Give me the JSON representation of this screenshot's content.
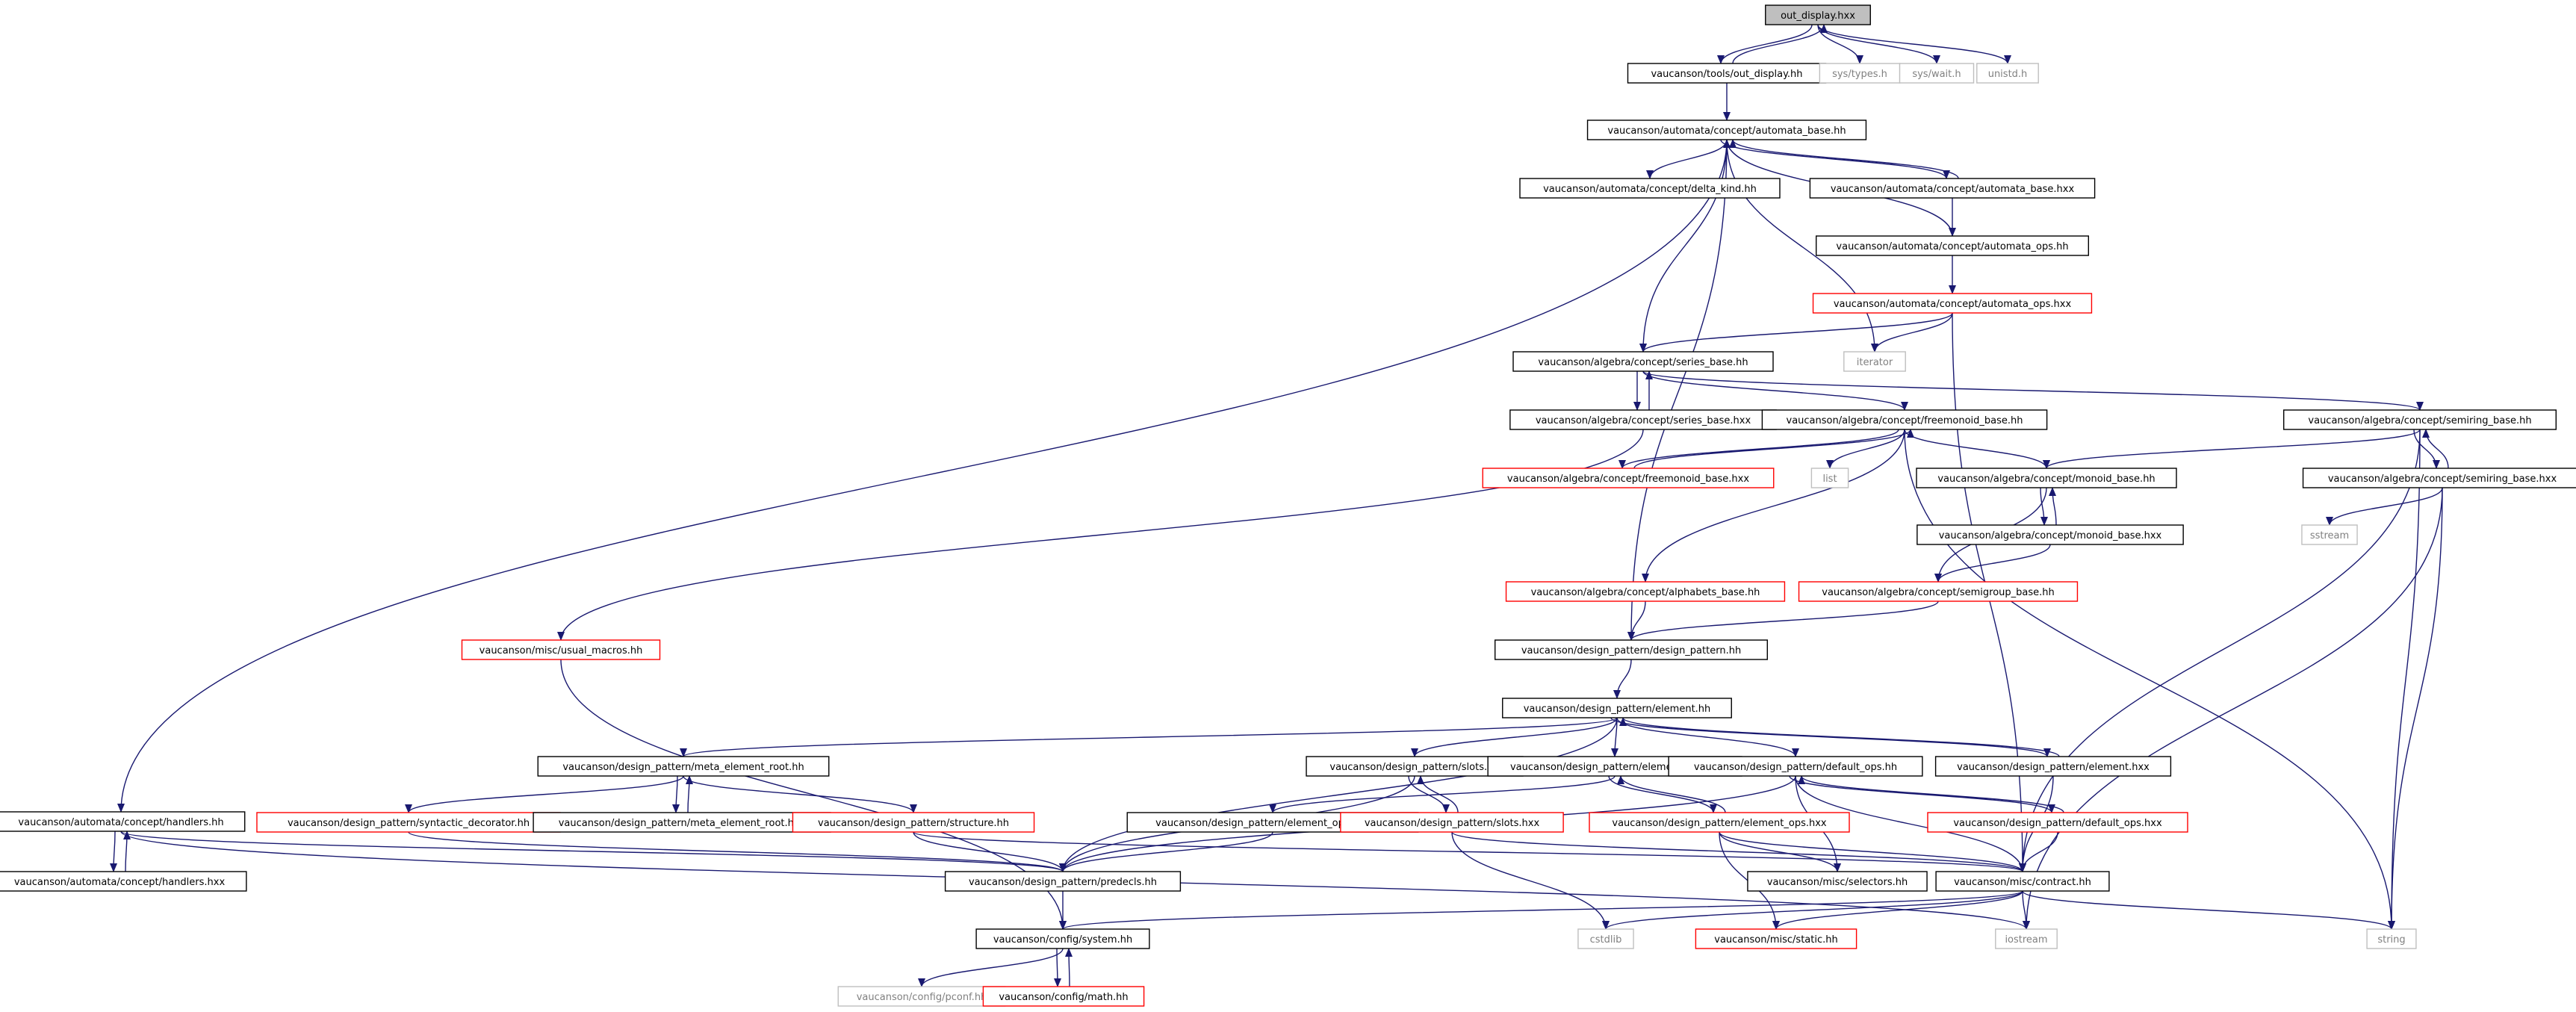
{
  "colors": {
    "edge": "#191970",
    "node_border_normal": "#000000",
    "node_border_red": "#ff0000",
    "node_border_gray": "#bfbfbf",
    "root_fill": "#bfbfbf",
    "text_normal": "#000000",
    "text_gray": "#808080"
  },
  "nodes": [
    {
      "id": "n0",
      "label": "out_display.hxx",
      "style": "root"
    },
    {
      "id": "n1",
      "label": "vaucanson/tools/out_display.hh",
      "style": "normal"
    },
    {
      "id": "n2",
      "label": "sys/types.h",
      "style": "gray"
    },
    {
      "id": "n3",
      "label": "sys/wait.h",
      "style": "gray"
    },
    {
      "id": "n4",
      "label": "unistd.h",
      "style": "gray"
    },
    {
      "id": "n5",
      "label": "vaucanson/automata/concept/automata_base.hh",
      "style": "normal"
    },
    {
      "id": "n6",
      "label": "vaucanson/automata/concept/delta_kind.hh",
      "style": "normal"
    },
    {
      "id": "n7",
      "label": "vaucanson/automata/concept/automata_base.hxx",
      "style": "normal"
    },
    {
      "id": "n8",
      "label": "vaucanson/automata/concept/automata_ops.hh",
      "style": "normal"
    },
    {
      "id": "n9",
      "label": "vaucanson/automata/concept/automata_ops.hxx",
      "style": "red"
    },
    {
      "id": "n10",
      "label": "vaucanson/algebra/concept/series_base.hh",
      "style": "normal"
    },
    {
      "id": "n11",
      "label": "iterator",
      "style": "gray"
    },
    {
      "id": "n12",
      "label": "vaucanson/algebra/concept/series_base.hxx",
      "style": "normal"
    },
    {
      "id": "n13",
      "label": "vaucanson/algebra/concept/freemonoid_base.hh",
      "style": "normal"
    },
    {
      "id": "n14",
      "label": "vaucanson/algebra/concept/semiring_base.hh",
      "style": "normal"
    },
    {
      "id": "n15",
      "label": "vaucanson/algebra/concept/freemonoid_base.hxx",
      "style": "red"
    },
    {
      "id": "n16",
      "label": "list",
      "style": "gray"
    },
    {
      "id": "n17",
      "label": "vaucanson/algebra/concept/monoid_base.hh",
      "style": "normal"
    },
    {
      "id": "n18",
      "label": "vaucanson/algebra/concept/semiring_base.hxx",
      "style": "normal"
    },
    {
      "id": "n19",
      "label": "vaucanson/algebra/concept/monoid_base.hxx",
      "style": "normal"
    },
    {
      "id": "n20",
      "label": "sstream",
      "style": "gray"
    },
    {
      "id": "n21",
      "label": "vaucanson/algebra/concept/alphabets_base.hh",
      "style": "red"
    },
    {
      "id": "n22",
      "label": "vaucanson/algebra/concept/semigroup_base.hh",
      "style": "red"
    },
    {
      "id": "n23",
      "label": "vaucanson/misc/usual_macros.hh",
      "style": "red"
    },
    {
      "id": "n24",
      "label": "vaucanson/design_pattern/design_pattern.hh",
      "style": "normal"
    },
    {
      "id": "n25",
      "label": "vaucanson/design_pattern/element.hh",
      "style": "normal"
    },
    {
      "id": "n26",
      "label": "vaucanson/design_pattern/meta_element_root.hh",
      "style": "normal"
    },
    {
      "id": "n27",
      "label": "vaucanson/design_pattern/slots.hh",
      "style": "normal"
    },
    {
      "id": "n28",
      "label": "vaucanson/design_pattern/element_ops.hh",
      "style": "normal"
    },
    {
      "id": "n29",
      "label": "vaucanson/design_pattern/default_ops.hh",
      "style": "normal"
    },
    {
      "id": "n30",
      "label": "vaucanson/design_pattern/element.hxx",
      "style": "normal"
    },
    {
      "id": "n31",
      "label": "vaucanson/automata/concept/handlers.hh",
      "style": "normal"
    },
    {
      "id": "n32",
      "label": "vaucanson/design_pattern/syntactic_decorator.hh",
      "style": "red"
    },
    {
      "id": "n33",
      "label": "vaucanson/design_pattern/meta_element_root.hxx",
      "style": "normal"
    },
    {
      "id": "n34",
      "label": "vaucanson/design_pattern/structure.hh",
      "style": "red"
    },
    {
      "id": "n35",
      "label": "vaucanson/design_pattern/element_op_traits.hh",
      "style": "normal"
    },
    {
      "id": "n36",
      "label": "vaucanson/design_pattern/slots.hxx",
      "style": "red"
    },
    {
      "id": "n37",
      "label": "vaucanson/design_pattern/element_ops.hxx",
      "style": "red"
    },
    {
      "id": "n38",
      "label": "vaucanson/design_pattern/default_ops.hxx",
      "style": "red"
    },
    {
      "id": "n39",
      "label": "vaucanson/automata/concept/handlers.hxx",
      "style": "normal"
    },
    {
      "id": "n40",
      "label": "vaucanson/design_pattern/predecls.hh",
      "style": "normal"
    },
    {
      "id": "n41",
      "label": "vaucanson/misc/selectors.hh",
      "style": "normal"
    },
    {
      "id": "n42",
      "label": "vaucanson/misc/contract.hh",
      "style": "normal"
    },
    {
      "id": "n43",
      "label": "vaucanson/config/system.hh",
      "style": "normal"
    },
    {
      "id": "n44",
      "label": "cstdlib",
      "style": "gray"
    },
    {
      "id": "n45",
      "label": "vaucanson/misc/static.hh",
      "style": "red"
    },
    {
      "id": "n46",
      "label": "iostream",
      "style": "gray"
    },
    {
      "id": "n47",
      "label": "string",
      "style": "gray"
    },
    {
      "id": "n48",
      "label": "vaucanson/config/pconf.hh",
      "style": "gray"
    },
    {
      "id": "n49",
      "label": "vaucanson/config/math.hh",
      "style": "red"
    }
  ],
  "edges": [
    [
      "n0",
      "n1"
    ],
    [
      "n1",
      "n0"
    ],
    [
      "n0",
      "n2"
    ],
    [
      "n0",
      "n3"
    ],
    [
      "n0",
      "n4"
    ],
    [
      "n1",
      "n5"
    ],
    [
      "n5",
      "n6"
    ],
    [
      "n5",
      "n7"
    ],
    [
      "n7",
      "n5"
    ],
    [
      "n5",
      "n10"
    ],
    [
      "n5",
      "n11"
    ],
    [
      "n5",
      "n24"
    ],
    [
      "n5",
      "n31"
    ],
    [
      "n7",
      "n8"
    ],
    [
      "n8",
      "n5"
    ],
    [
      "n8",
      "n9"
    ],
    [
      "n9",
      "n10"
    ],
    [
      "n9",
      "n11"
    ],
    [
      "n9",
      "n42"
    ],
    [
      "n10",
      "n12"
    ],
    [
      "n12",
      "n10"
    ],
    [
      "n10",
      "n13"
    ],
    [
      "n10",
      "n14"
    ],
    [
      "n12",
      "n23"
    ],
    [
      "n13",
      "n15"
    ],
    [
      "n15",
      "n13"
    ],
    [
      "n13",
      "n16"
    ],
    [
      "n13",
      "n17"
    ],
    [
      "n13",
      "n21"
    ],
    [
      "n13",
      "n47"
    ],
    [
      "n14",
      "n17"
    ],
    [
      "n14",
      "n18"
    ],
    [
      "n18",
      "n14"
    ],
    [
      "n14",
      "n42"
    ],
    [
      "n14",
      "n47"
    ],
    [
      "n17",
      "n19"
    ],
    [
      "n19",
      "n17"
    ],
    [
      "n17",
      "n22"
    ],
    [
      "n19",
      "n22"
    ],
    [
      "n18",
      "n20"
    ],
    [
      "n18",
      "n46"
    ],
    [
      "n18",
      "n47"
    ],
    [
      "n21",
      "n24"
    ],
    [
      "n22",
      "n24"
    ],
    [
      "n23",
      "n43"
    ],
    [
      "n24",
      "n25"
    ],
    [
      "n25",
      "n26"
    ],
    [
      "n25",
      "n27"
    ],
    [
      "n25",
      "n28"
    ],
    [
      "n25",
      "n29"
    ],
    [
      "n25",
      "n30"
    ],
    [
      "n30",
      "n25"
    ],
    [
      "n25",
      "n40"
    ],
    [
      "n26",
      "n32"
    ],
    [
      "n26",
      "n33"
    ],
    [
      "n33",
      "n26"
    ],
    [
      "n26",
      "n34"
    ],
    [
      "n27",
      "n36"
    ],
    [
      "n36",
      "n27"
    ],
    [
      "n27",
      "n40"
    ],
    [
      "n28",
      "n35"
    ],
    [
      "n28",
      "n37"
    ],
    [
      "n37",
      "n28"
    ],
    [
      "n29",
      "n38"
    ],
    [
      "n38",
      "n29"
    ],
    [
      "n29",
      "n40"
    ],
    [
      "n29",
      "n41"
    ],
    [
      "n29",
      "n42"
    ],
    [
      "n30",
      "n42"
    ],
    [
      "n31",
      "n39"
    ],
    [
      "n39",
      "n31"
    ],
    [
      "n31",
      "n40"
    ],
    [
      "n31",
      "n46"
    ],
    [
      "n32",
      "n40"
    ],
    [
      "n34",
      "n40"
    ],
    [
      "n34",
      "n42"
    ],
    [
      "n35",
      "n40"
    ],
    [
      "n36",
      "n42"
    ],
    [
      "n36",
      "n44"
    ],
    [
      "n37",
      "n41"
    ],
    [
      "n37",
      "n42"
    ],
    [
      "n37",
      "n45"
    ],
    [
      "n38",
      "n42"
    ],
    [
      "n40",
      "n43"
    ],
    [
      "n42",
      "n43"
    ],
    [
      "n42",
      "n44"
    ],
    [
      "n42",
      "n45"
    ],
    [
      "n42",
      "n46"
    ],
    [
      "n42",
      "n47"
    ],
    [
      "n43",
      "n48"
    ],
    [
      "n43",
      "n49"
    ],
    [
      "n49",
      "n43"
    ]
  ]
}
